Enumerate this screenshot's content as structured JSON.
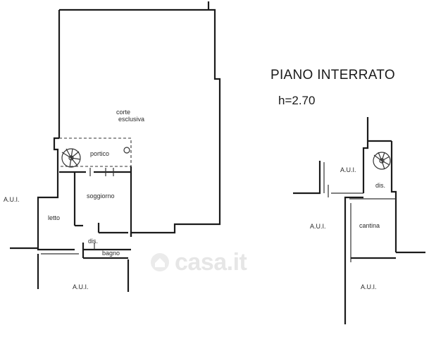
{
  "header": {
    "title": "PIANO INTERRATO",
    "height": "h=2.70"
  },
  "ground_floor": {
    "rooms": {
      "corte": "corte",
      "esclusiva": "esclusiva",
      "portico": "portico",
      "soggiorno": "soggiorno",
      "letto": "letto",
      "dis": "dis.",
      "bagno": "bagno",
      "aui_left": "A.U.I.",
      "aui_bottom": "A.U.I."
    }
  },
  "basement": {
    "rooms": {
      "aui_top": "A.U.I.",
      "dis": "dis.",
      "aui_mid": "A.U.I.",
      "cantina": "cantina",
      "aui_bottom": "A.U.I."
    }
  },
  "watermark": {
    "brand": "casa.it"
  }
}
